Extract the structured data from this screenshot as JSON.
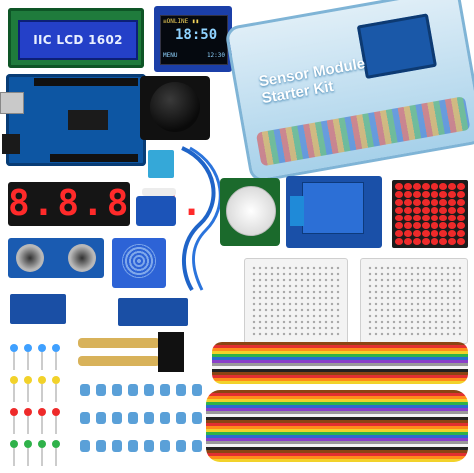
{
  "lcd": {
    "text": "IIC LCD 1602"
  },
  "oled": {
    "status": "≡ONLINE  ▮▮",
    "time": "18:50",
    "left": "MENU",
    "right": "12:30"
  },
  "kit_box": {
    "line1": "Sensor Module",
    "line2": "Starter Kit"
  },
  "segment_display": {
    "digits": "8.8.8.8."
  },
  "colors": {
    "board_blue": "#0d56a3",
    "led_red": "#ee2a2a",
    "lcd_blue": "#2440c8"
  }
}
